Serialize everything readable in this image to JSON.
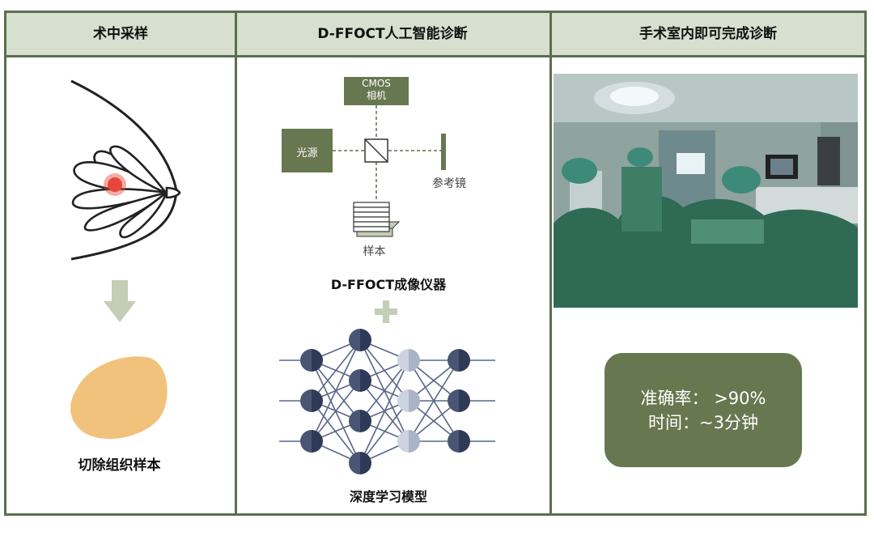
{
  "columns": [
    {
      "header": "术中采样"
    },
    {
      "header": "D-FFOCT人工智能诊断"
    },
    {
      "header": "手术室内即可完成诊断"
    }
  ],
  "col1": {
    "sample_label": "切除组织样本",
    "arrow_color": "#c4cdb5",
    "tissue_color": "#f0c27b",
    "lesion_color": "#e8463a"
  },
  "col2": {
    "camera_label": "CMOS",
    "camera_sub": "相机",
    "light_label": "光源",
    "mirror_label": "参考镜",
    "sample_label": "样本",
    "device_label": "D-FFOCT成像仪器",
    "plus_symbol": "+",
    "model_label": "深度学习模型",
    "box_color": "#67774f",
    "node_color": "#2e3a57"
  },
  "col3": {
    "accuracy_label": "准确率：",
    "accuracy_value": ">90%",
    "time_label": "时间：",
    "time_value": "~3分钟",
    "box_color": "#67774f"
  }
}
